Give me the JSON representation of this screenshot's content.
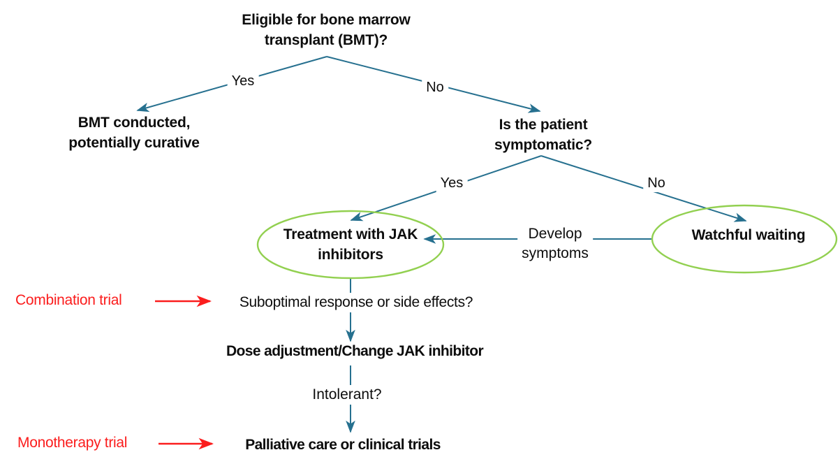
{
  "colors": {
    "connector_teal": "#26708f",
    "ellipse_green": "#92d050",
    "annotation_red": "#fb1d1d",
    "text_black": "#0d0d0d"
  },
  "flowchart": {
    "root_question": {
      "lines": [
        "Eligible for bone marrow",
        "transplant (BMT)?"
      ]
    },
    "branch1": {
      "yes_label": "Yes",
      "no_label": "No"
    },
    "bmt_conducted": {
      "lines": [
        "BMT conducted,",
        "potentially curative"
      ]
    },
    "symptomatic_question": {
      "lines": [
        "Is the patient",
        "symptomatic?"
      ]
    },
    "branch2": {
      "yes_label": "Yes",
      "no_label": "No"
    },
    "jak_treatment": {
      "lines": [
        "Treatment with JAK",
        "inhibitors"
      ]
    },
    "watchful_waiting": {
      "label": "Watchful waiting"
    },
    "develop_symptoms": {
      "lines": [
        "Develop",
        "symptoms"
      ]
    },
    "combination_trial": {
      "label": "Combination trial"
    },
    "suboptimal": {
      "label": "Suboptimal response or side effects?"
    },
    "dose_adjustment": {
      "label": "Dose adjustment/Change JAK inhibitor"
    },
    "intolerant": {
      "label": "Intolerant?"
    },
    "monotherapy_trial": {
      "label": "Monotherapy trial"
    },
    "palliative": {
      "label": "Palliative care or clinical trials"
    }
  }
}
